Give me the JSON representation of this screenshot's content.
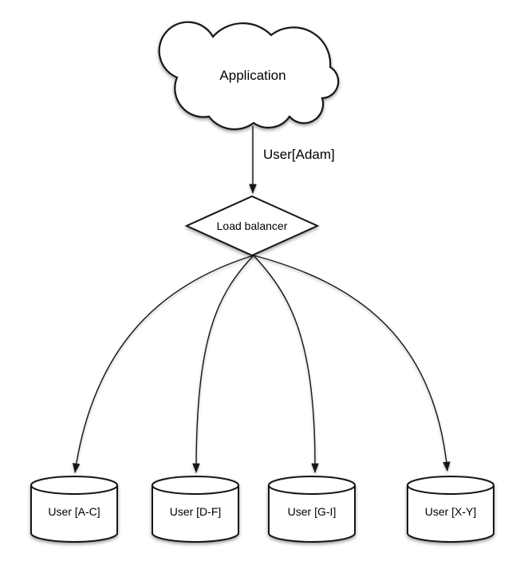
{
  "nodes": {
    "application": {
      "label": "Application",
      "shape": "cloud"
    },
    "load_balancer": {
      "label": "Load balancer",
      "shape": "diamond"
    },
    "shards": [
      {
        "label": "User [A-C]",
        "shape": "cylinder"
      },
      {
        "label": "User [D-F]",
        "shape": "cylinder"
      },
      {
        "label": "User [G-I]",
        "shape": "cylinder"
      },
      {
        "label": "User [X-Y]",
        "shape": "cylinder"
      }
    ]
  },
  "edges": {
    "request": {
      "label": "User[Adam]",
      "from": "application",
      "to": "load_balancer"
    },
    "routes": [
      {
        "from": "load_balancer",
        "to": "User [A-C]"
      },
      {
        "from": "load_balancer",
        "to": "User [D-F]"
      },
      {
        "from": "load_balancer",
        "to": "User [G-I]"
      },
      {
        "from": "load_balancer",
        "to": "User [X-Y]"
      }
    ]
  },
  "colors": {
    "stroke": "#161616",
    "shape_fill": "#ffffff",
    "text": "#000000",
    "canvas": "#ffffff"
  }
}
